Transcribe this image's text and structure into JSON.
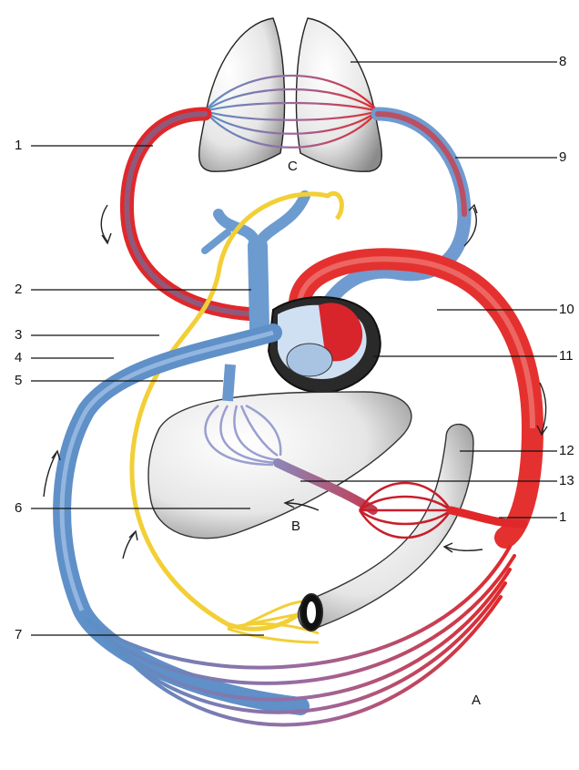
{
  "labels": {
    "left": [
      "1",
      "2",
      "3",
      "4",
      "5",
      "6",
      "7"
    ],
    "right": [
      "8",
      "9",
      "10",
      "11",
      "12",
      "13",
      "1"
    ],
    "region_a": "A",
    "region_b": "B",
    "region_c": "C"
  },
  "colors": {
    "artery": "#e0282a",
    "vein": "#5b8fc6",
    "lymph": "#f3d23a",
    "organ": "#d9d9d9",
    "line": "#111111"
  }
}
